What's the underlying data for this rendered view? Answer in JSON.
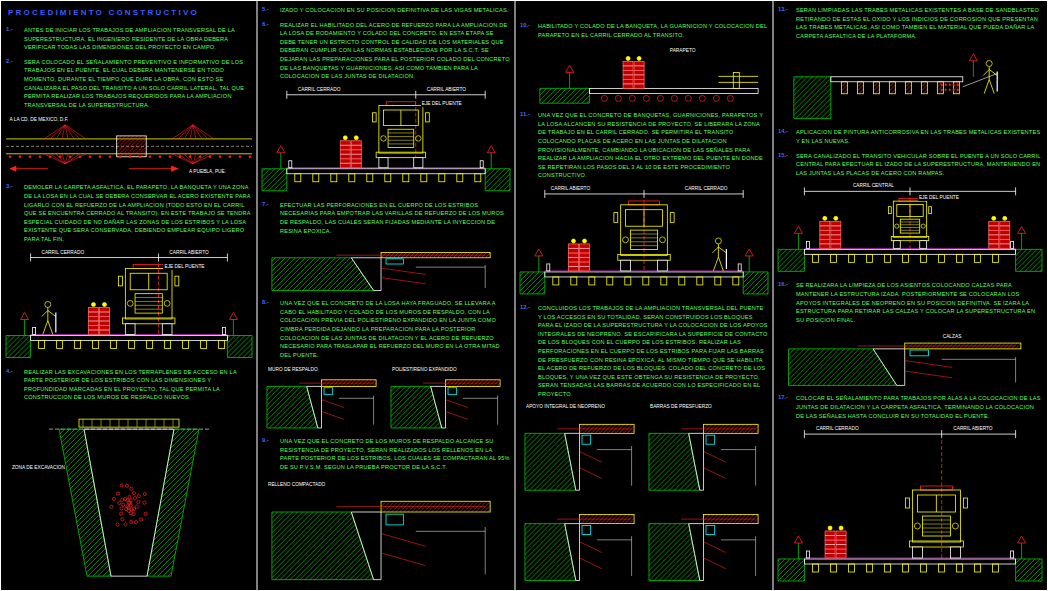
{
  "diagram": {
    "title": "PROCEDIMIENTO CONSTRUCTIVO",
    "labels": [
      "1.-",
      "ANTES DE INICIAR LOS TRABAJOS DE AMPLIACION TRANSVERSAL DE LA SUPERESTRUCTURA, EL INGENIERO RESIDENTE DE LA OBRA DEBERA VERIFICAR TODAS LAS DIMENSIONES DEL PROYECTO EN CAMPO.",
      "2.-",
      "SERA COLOCADO EL SEÑALAMIENTO PREVENTIVO E INFORMATIVO DE LOS TRABAJOS EN EL PUENTE, EL CUAL DEBERA MANTENERSE EN TODO MOMENTO, DURANTE EL TIEMPO QUE DURE LA OBRA, CON ESTO SE CANALIZARA EL PASO DEL TRANSITO A UN SOLO CARRIL LATERAL, TAL QUE PERMITA REALIZAR LOS TRABAJOS REQUERIDOS PARA LA AMPLIACION TRANSVERSAL DE LA SUPERESTRUCTURA.",
      "A LA CD. DE MEXICO, D.F.",
      "A PUEBLA, PUE.",
      "3.-",
      "DEMOLER LA CARPETA ASFALTICA, EL PARAPETO, LA BANQUETA Y UNA ZONA DE LA LOSA EN LA CUAL SE DEBERA CONSERVAR EL ACERO EXISTENTE PARA LIGARLO CON EL REFUERZO DE LA AMPLIACION (TODO ESTO EN EL CARRIL QUE SE ENCUENTRA CERRADO AL TRANSITO). EN ESTE TRABAJO SE TENDRA ESPECIAL CUIDADO DE NO DAÑAR LAS ZONAS DE LOS ESTRIBOS Y LA LOSA EXISTENTE QUE SERA CONSERVADA, DEBIENDO EMPLEAR EQUIPO LIGERO PARA TAL FIN.",
      "CARRIL CERRADO",
      "CARRIL ABIERTO",
      "EJE DEL PUENTE",
      "4.-",
      "REALIZAR LAS EXCAVACIONES EN LOS TERRAPLENES DE ACCESO EN LA PARTE POSTERIOR DE LOS ESTRIBOS CON LAS DIMENSIONES Y PROFUNDIDAD MARCADAS EN EL PROYECTO, TAL QUE PERMITA LA CONSTRUCCION DE LOS MUROS DE RESPALDO NUEVOS.",
      "ZONA DE EXCAVACION",
      "5.-",
      "IZADO Y COLOCACION EN SU POSICION DEFINITIVA DE LAS VIGAS METALICAS.",
      "6.-",
      "REALIZAR EL HABILITADO DEL ACERO DE REFUERZO PARA LA AMPLIACION DE LA LOSA DE RODAMIENTO Y COLADO DEL CONCRETO. EN ESTA ETAPA SE DEBE TENER UN ESTRICTO CONTROL DE CALIDAD DE LOS MATERIALES QUE DEBERAN CUMPLIR CON LAS NORMAS ESTABLECIDAS POR LA S.C.T. SE DEJARAN LAS PREPARACIONES PARA EL POSTERIOR COLADO DEL CONCRETO DE LAS BANQUETAS Y GUARNICIONES, ASI COMO TAMBIEN PARA LA COLOCACION DE LAS JUNTAS DE DILATACION.",
      "CARRIL CERRADO",
      "CARRIL ABIERTO",
      "EJE DEL PUENTE",
      "7.-",
      "EFECTUAR LAS PERFORACIONES EN EL CUERPO DE LOS ESTRIBOS NECESARIAS PARA EMPOTRAR LAS VARILLAS DE REFUERZO DE LOS MUROS DE RESPALDO, LAS CUALES SERAN FIJADAS MEDIANTE LA INYECCION DE RESINA EPOXICA.",
      "8.-",
      "UNA VEZ QUE EL CONCRETO DE LA LOSA HAYA FRAGUADO, SE LLEVARA A CABO EL HABILITADO Y COLADO DE LOS MUROS DE RESPALDO, CON LA COLOCACION PREVIA DEL POLIESTIRENO EXPANDIDO EN LA JUNTA COMO CIMBRA PERDIDA DEJANDO LA PREPARACION PARA LA POSTERIOR COLOCACION DE LAS JUNTAS DE DILATACION Y EL ACERO DE REFUERZO NECESARIO PARA TRASLAPAR EL REFUERZO DEL MURO EN LA OTRA MITAD DEL PUENTE.",
      "MURO DE RESPALDO",
      "POLIESTIRENO EXPANDIDO",
      "9.-",
      "UNA VEZ QUE EL CONCRETO DE LOS MUROS DE RESPALDO ALCANCE SU RESISTENCIA DE PROYECTO, SERAN REALIZADOS LOS RELLENOS EN LA PARTE POSTERIOR DE LOS ESTRIBOS, LOS CUALES SE COMPACTARAN AL 95% DE SU P.V.S.M. SEGUN LA PRUEBA PROCTOR DE LA S.C.T.",
      "RELLENO COMPACTADO",
      "10.-",
      "HABILITADO Y COLADO DE LA BANQUETA, LA GUARNICION Y COLOCACION DEL PARAPETO EN EL CARRIL CERRADO AL TRANSITO.",
      "PARAPETO",
      "11.-",
      "UNA VEZ QUE EL CONCRETO DE BANQUETAS, GUARNICIONES, PARAPETOS Y LA LOSA ALCANCEN SU RESISTENCIA DE PROYECTO, SE LIBERARA LA ZONA DE TRABAJO EN EL CARRIL CERRADO. SE PERMITIRA EL TRANSITO COLOCANDO PLACAS DE ACERO EN LAS JUNTAS DE DILATACION PROVISIONALMENTE, CAMBIANDO LA UBICACION DE LAS SEÑALES PARA REALIZAR LA AMPLIACION HACIA EL OTRO EXTREMO DEL PUENTE EN DONDE SE REPETIRAN LOS PASOS DEL 3 AL 10 DE ESTE PROCEDIMIENTO CONSTRUCTIVO.",
      "CARRIL ABIERTO",
      "CARRIL CERRADO",
      "12.-",
      "CONCLUIDOS LOS TRABAJOS DE LA AMPLIACION TRANSVERSAL DEL PUENTE Y LOS ACCESOS EN SU TOTALIDAD, SERAN CONSTRUIDOS LOS BLOQUES PARA EL IZADO DE LA SUPERESTRUCTURA Y LA COLOCACION DE LOS APOYOS INTEGRALES DE NEOPRENO. SE ESCARIFICARA LA SUPERFICIE DE CONTACTO DE LOS BLOQUES CON EL CUERPO DE LOS ESTRIBOS. REALIZAR LAS PERFORACIONES EN EL CUERPO DE LOS ESTRIBOS PARA FIJAR LAS BARRAS DE PRESFUERZO CON RESINA EPOXICA, AL MISMO TIEMPO QUE SE HABILITA EL ACERO DE REFUERZO DE LOS BLOQUES. COLADO DEL CONCRETO DE LOS BLOQUES, Y UNA VEZ QUE ESTE OBTENGA SU RESISTENCIA DE PROYECTO, SERAN TENSADAS LAS BARRAS DE ACUERDO CON LO ESPECIFICADO EN EL PROYECTO.",
      "APOYO INTEGRAL DE NEOPRENO",
      "BARRAS DE PRESFUERZO",
      "13.-",
      "SERAN LIMPIADAS LAS TRABES METALICAS EXISTENTES A BASE DE SANDBLASTEO RETIRANDO DE ESTAS EL OXIDO Y LOS INDICIOS DE CORROSION QUE PRESENTAN LAS TRABES METALICAS, ASI COMO TAMBIEN EL MATERIAL QUE PUEDA DAÑAR LA CARPETA ASFALTICA DE LA PLATAFORMA.",
      "14.-",
      "APLICACION DE PINTURA ANTICORROSIVA EN LAS TRABES METALICAS EXISTENTES Y EN LAS NUEVAS.",
      "15.-",
      "SERA CANALIZADO EL TRANSITO VEHICULAR SOBRE EL PUENTE A UN SOLO CARRIL CENTRAL PARA EFECTUAR EL IZADO DE LA SUPERESTRUCTURA, MANTENIENDO EN LAS JUNTAS LAS PLACAS DE ACERO CON RAMPAS.",
      "EJE DEL PUENTE",
      "CARRIL CENTRAL",
      "16.-",
      "SE REALIZARA LA LIMPIEZA DE LOS ASIENTOS COLOCANDO CALZAS PARA MANTENER LA ESTRUCTURA IZADA. POSTERIORMENTE SE COLOCARAN LOS APOYOS INTEGRALES DE NEOPRENO EN SU POSICION DEFINITIVA. SE IZARA LA ESTRUCTURA PARA RETIRAR LAS CALZAS Y COLOCAR LA SUPERESTRUCTURA EN SU POSICION FINAL.",
      "CALZAS",
      "17.-",
      "COLOCAR EL SEÑALAMIENTO PARA TRABAJOS POR ALAS A LA COLOCACION DE LAS JUNTAS DE DILATACION Y LA CARPETA ASFALTICA, TERMINANDO LA COLOCACION DE LAS SEÑALES HASTA CONCLUIR EN SU TOTALIDAD EL PUENTE.",
      "CARRIL CERRADO",
      "CARRIL ABIERTO"
    ]
  }
}
